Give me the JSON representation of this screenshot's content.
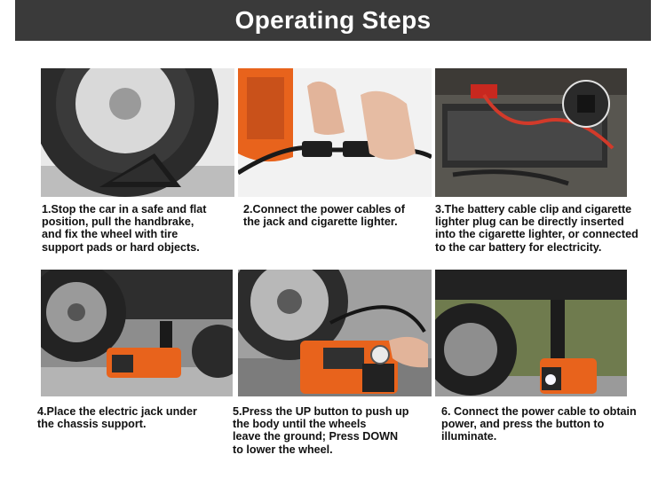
{
  "title": "Operating Steps",
  "steps": [
    {
      "image": "car-tire-with-wheel-chock",
      "lines": [
        "1.Stop the car in a safe and flat",
        "position, pull the handbrake,",
        "and fix the wheel with tire",
        "support pads or hard objects."
      ]
    },
    {
      "image": "hands-connecting-power-cables",
      "lines": [
        "2.Connect the power cables of",
        "the jack and cigarette lighter."
      ]
    },
    {
      "image": "battery-with-cable-clip-and-cigarette-plug",
      "lines": [
        "3.The battery cable clip and cigarette",
        "lighter plug can be directly inserted",
        "into the cigarette lighter, or connected",
        "to the car battery for electricity."
      ]
    },
    {
      "image": "electric-jack-under-car-chassis",
      "lines": [
        "4.Place the electric jack under",
        "the chassis support."
      ]
    },
    {
      "image": "hand-pressing-jack-button",
      "lines": [
        "5.Press the UP button to push up",
        "the body until the wheels",
        "leave the ground; Press DOWN",
        "to lower the wheel."
      ]
    },
    {
      "image": "jack-with-illumination-light",
      "lines": [
        "6. Connect the power cable to obtain",
        "power, and press the button to",
        "illuminate."
      ]
    }
  ],
  "colors": {
    "banner_bg": "#3a3a3a",
    "banner_text": "#ffffff",
    "jack_orange": "#e8631c",
    "text": "#111111"
  }
}
